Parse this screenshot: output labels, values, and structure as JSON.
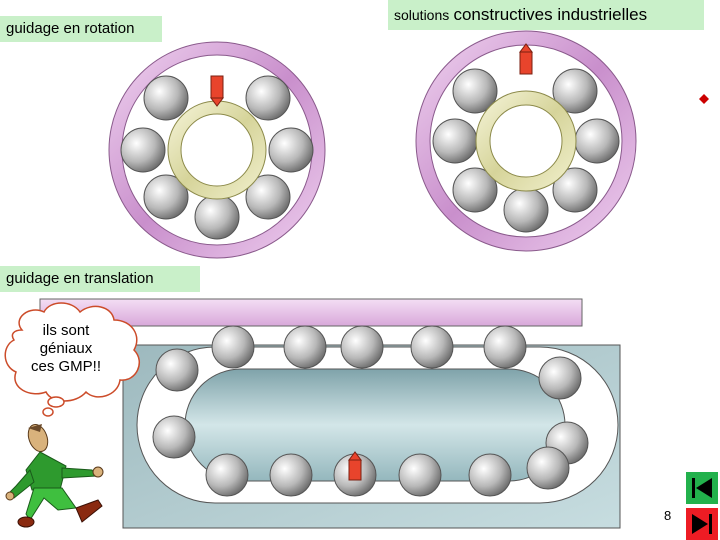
{
  "titles": {
    "rotation": "guidage en rotation",
    "solutions_prefix": "solutions",
    "solutions_main": "constructives industrielles",
    "translation": "guidage en translation"
  },
  "bubble": {
    "line1": "ils sont",
    "line2": "géniaux",
    "line3": "ces GMP!!"
  },
  "page_number": "8",
  "nav": {
    "first_icon": "first-slide-icon",
    "last_icon": "last-slide-icon"
  },
  "colors": {
    "label_bg": "#c9f0c9",
    "outer_ring": "#d9a6d9",
    "inner_ring": "#ecebbb",
    "arrow": "#e8442c",
    "rail": "#e9c9ea",
    "track_bg": "#a9c6cc",
    "nav_green": "#22b14c",
    "nav_red": "#ed1c24"
  }
}
